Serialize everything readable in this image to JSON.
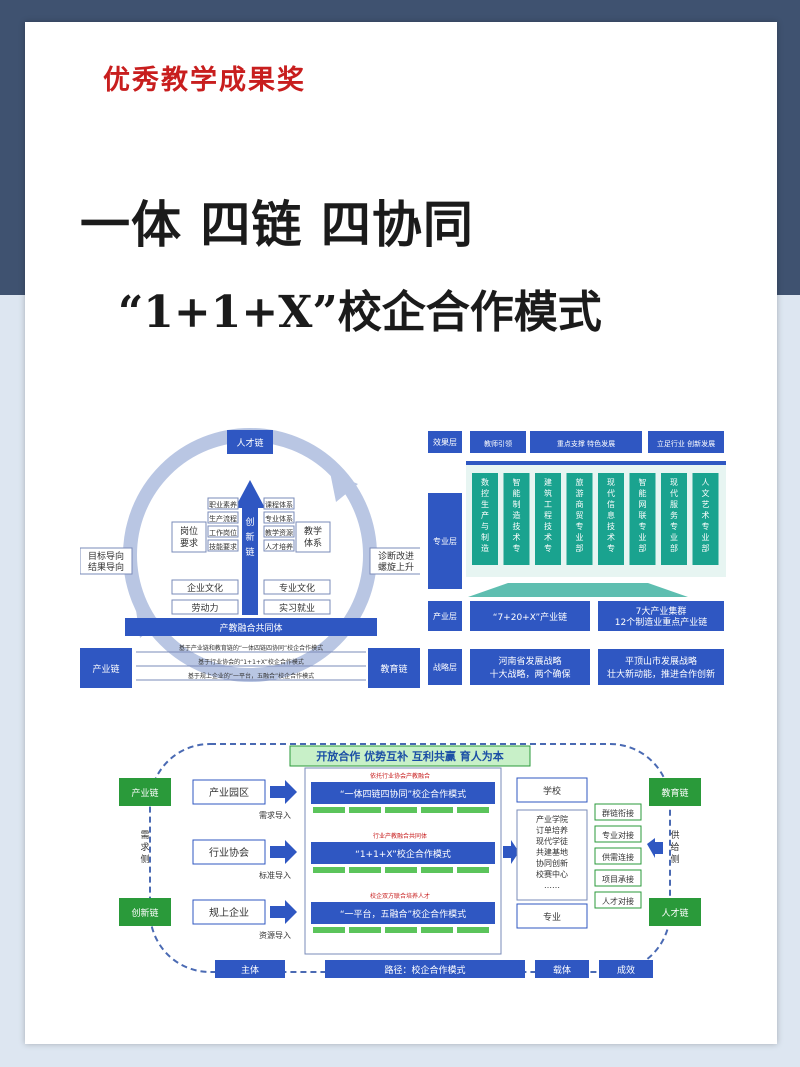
{
  "badge": "优秀教学成果奖",
  "title_line1": "一体 四链 四协同",
  "title_line2": "“1+1+X”校企合作模式",
  "cycle_diagram": {
    "top_node": "人才链",
    "center_label": "创新链",
    "left_box": "岗位\n要求",
    "right_box": "教学\n体系",
    "left_items": [
      "职业素养",
      "生产流程",
      "工作岗位",
      "技能要求"
    ],
    "right_items": [
      "课程体系",
      "专业体系",
      "教学资源",
      "人才培养"
    ],
    "culture_left": "企业文化",
    "culture_right": "专业文化",
    "bottom_left": "劳动力",
    "bottom_right": "实习就业",
    "left_side": "目标导向\n结果导向",
    "right_side": "诊断改进\n螺旋上升",
    "base_bar": "产教融合共同体",
    "left_node": "产业链",
    "right_node": "教育链",
    "arrows": [
      "基于产业链和教育链的“一体四链四协同”校企合作模式",
      "基于行业协会的“1+1+X”校企合作模式",
      "基于规上企业的“一平台，五融合”校企合作模式"
    ]
  },
  "layer_diagram": {
    "layers": [
      "效果层",
      "专业层",
      "产业层",
      "战略层"
    ],
    "effect_items": [
      "教师引领",
      "重点支撑",
      "特色发展",
      "立足行业",
      "创新发展"
    ],
    "majors": [
      "数控生产与制造技术专业部",
      "智能制造技术专业部",
      "建筑工程技术专业部",
      "旅游商贸专业部",
      "现代信息技术专业部",
      "智能网联专业部",
      "现代服务专业部",
      "人文艺术专业部"
    ],
    "industry_left": "“7+20+X”产业链",
    "industry_right": "7大产业集群\n12个制造业重点产业链",
    "strategy_left": "河南省发展战略\n十大战略，两个确保",
    "strategy_right": "平顶山市发展战略\n壮大新动能，推进合作创新"
  },
  "flow_diagram": {
    "header": "开放合作 优势互补 互利共赢 育人为本",
    "left_chain": [
      "产业链",
      "需求侧",
      "创新链"
    ],
    "sources": [
      "产业园区",
      "行业协会",
      "规上企业"
    ],
    "source_notes": [
      "需求导入",
      "标准导入",
      "资源导入"
    ],
    "mini_titles": [
      "依托行业协会产教融合",
      "行业产教融合共同体",
      "校企双方联合培养人才"
    ],
    "models": [
      "“一体四链四协同”校企合作模式",
      "“1+1+X”校企合作模式",
      "“一平台，五融合”校企合作模式"
    ],
    "school": "学校",
    "school_desc": "产业学院\n订单培养\n现代学徒\n共建基地\n协同创新\n校赛中心\n……",
    "major": "专业",
    "right_top": "教育链",
    "right_side": "供给侧",
    "right_bottom": "人才链",
    "right_items": [
      "群链衔接",
      "专业对接",
      "供需连接",
      "项目承接",
      "人才对接"
    ],
    "footer": [
      "主体",
      "路径：校企合作模式",
      "载体",
      "成效"
    ]
  },
  "colors": {
    "blue": "#2f57c2",
    "green": "#2a9a3a",
    "teal": "#1aa38f",
    "red": "#c81e1e"
  }
}
